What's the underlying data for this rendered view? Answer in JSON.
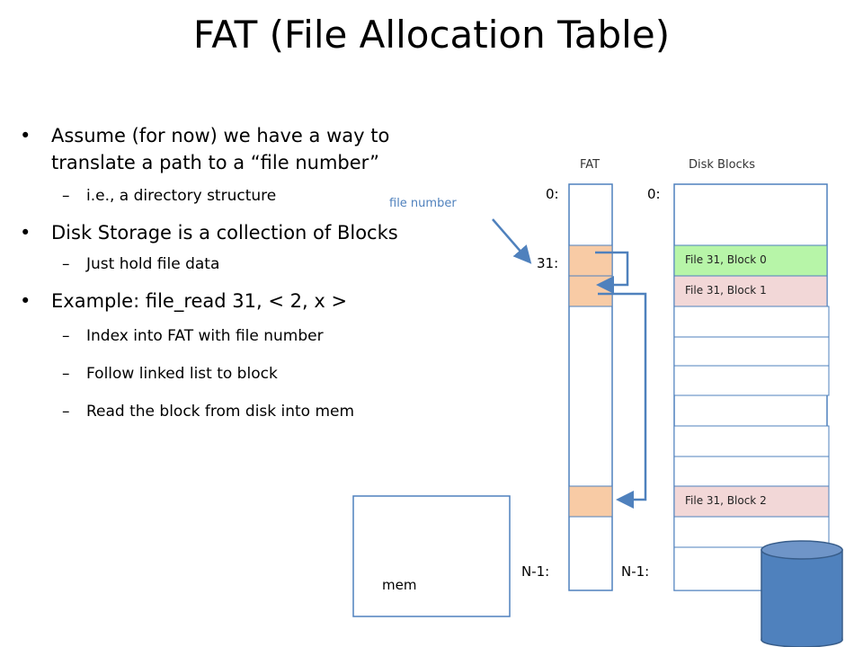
{
  "title": "FAT (File Allocation Table)",
  "bullets": [
    {
      "text": "Assume (for now) we have a way to translate a path to a “file number”",
      "sub": [
        "i.e., a directory structure"
      ]
    },
    {
      "text": "Disk Storage is a collection of Blocks",
      "sub": [
        "Just hold file data"
      ]
    },
    {
      "text": "Example: file_read 31, < 2, x >",
      "sub": [
        "Index into FAT with file number",
        "Follow linked list to block",
        "Read the block from disk into mem"
      ]
    }
  ],
  "diagram": {
    "fat_label": "FAT",
    "disk_label": "Disk Blocks",
    "fat_zero": "0:",
    "disk_zero": "0:",
    "fat_31": "31:",
    "fat_last": "N-1:",
    "disk_last": "N-1:",
    "file_number_label": "file number",
    "mem_label": "mem",
    "block0": "File 31, Block 0",
    "block1": "File 31, Block 1",
    "block2": "File 31, Block 2",
    "colors": {
      "fat_entry": "#f8cba5",
      "block0": "#b7f5a8",
      "block1_2": "#f2d7d7",
      "arrow": "#4f81bd",
      "cylinder": "#4f81bd"
    }
  }
}
